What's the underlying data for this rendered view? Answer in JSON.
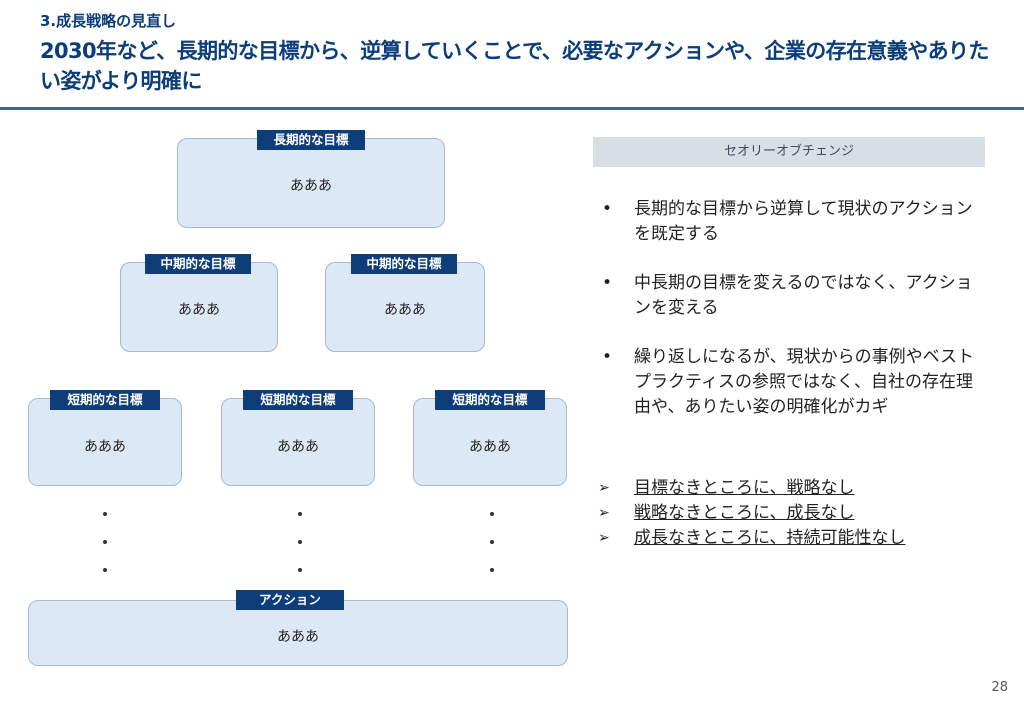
{
  "header": {
    "section": "3.成長戦略の見直し",
    "headline": "2030年など、長期的な目標から、逆算していくことで、必要なアクションや、企業の存在意義やありたい姿がより明確に"
  },
  "diagram": {
    "long_term": {
      "tag": "長期的な目標",
      "text": "あああ"
    },
    "mid_term": [
      {
        "tag": "中期的な目標",
        "text": "あああ"
      },
      {
        "tag": "中期的な目標",
        "text": "あああ"
      }
    ],
    "short_term": [
      {
        "tag": "短期的な目標",
        "text": "あああ"
      },
      {
        "tag": "短期的な目標",
        "text": "あああ"
      },
      {
        "tag": "短期的な目標",
        "text": "あああ"
      }
    ],
    "action": {
      "tag": "アクション",
      "text": "あああ"
    }
  },
  "theory": {
    "header": "セオリーオブチェンジ",
    "bullets": [
      "長期的な目標から逆算して現状のアクションを既定する",
      "中長期の目標を変えるのではなく、アクションを変える",
      "繰り返しになるが、現状からの事例やベストプラクティスの参照ではなく、自社の存在理由や、ありたい姿の明確化がカギ"
    ],
    "arrows": [
      "目標なきところに、戦略なし",
      "戦略なきところに、成長なし",
      "成長なきところに、持続可能性なし"
    ]
  },
  "page_number": "28",
  "colors": {
    "title": "#0b3d7a",
    "tag_bg": "#0d3e79",
    "box_bg": "#dce8f5",
    "rule": "#2e6da4"
  }
}
